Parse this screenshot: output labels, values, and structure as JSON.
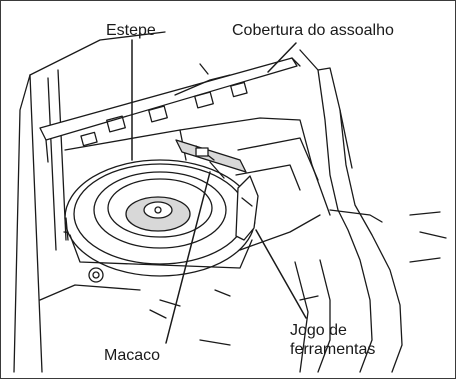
{
  "labels": {
    "spare_tire": "Estepe",
    "floor_cover": "Cobertura do assoalho",
    "tool_kit_line1": "Jogo de",
    "tool_kit_line2": "ferramentas",
    "jack": "Macaco"
  },
  "colors": {
    "line": "#1a1a1a",
    "frame": "#3a3a3a",
    "background": "#ffffff",
    "shade": "#d8d8d8"
  }
}
